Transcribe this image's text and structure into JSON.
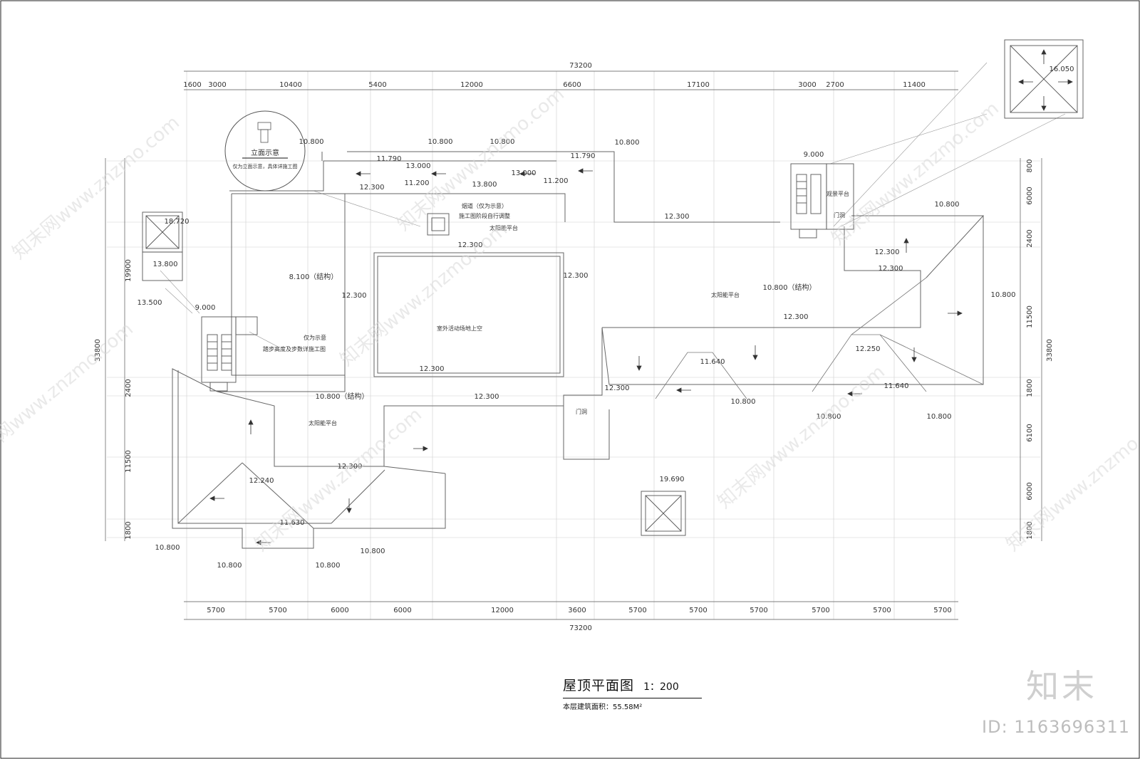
{
  "title": {
    "main": "屋顶平面图",
    "scale": "1：200",
    "area": "本层建筑面积：55.58M²"
  },
  "brand": {
    "logo": "知末",
    "id": "ID: 1163696311"
  },
  "watermark": "知末网www.znzmo.com",
  "dimensions": {
    "top_total": "73200",
    "bottom_total": "73200",
    "top": [
      "1600",
      "3000",
      "10400",
      "5400",
      "12000",
      "6600",
      "17100",
      "3000",
      "2700",
      "11400"
    ],
    "bottom": [
      "5700",
      "5700",
      "6000",
      "6000",
      "12000",
      "3600",
      "5700",
      "5700",
      "5700",
      "5700",
      "5700",
      "5700"
    ],
    "left": [
      "19900",
      "33800",
      "2400",
      "11500",
      "1800"
    ],
    "right": [
      "800",
      "6000",
      "2400",
      "11500",
      "33800",
      "1800",
      "6100",
      "6000",
      "1800"
    ]
  },
  "elevations": {
    "e1": "10.800",
    "e2": "10.800",
    "e3": "10.800",
    "e4": "10.800",
    "e5": "11.790",
    "e6": "11.790",
    "e7": "13.000",
    "e8": "13.000",
    "e9": "13.800",
    "e10": "11.200",
    "e11": "11.200",
    "e12": "12.300",
    "e13": "12.300",
    "e14": "12.300",
    "e15": "12.300",
    "e16": "12.300",
    "e17": "12.300",
    "e18": "12.300",
    "e19": "12.300",
    "e20": "12.300",
    "e21": "12.300",
    "e22": "12.300",
    "e23": "9.000",
    "e24": "9.000",
    "e25": "18.720",
    "e26": "13.800",
    "e27": "13.500",
    "e28": "16.050",
    "e29": "19.690",
    "e30": "11.640",
    "e31": "11.640",
    "e32": "12.250",
    "e33": "12.240",
    "e34": "11.630",
    "e35": "10.800",
    "e36": "10.800",
    "e37": "10.800",
    "e38": "10.800",
    "e39": "10.800",
    "e40": "10.800",
    "e41": "10.800",
    "e42": "10.800",
    "e43": "10.800",
    "e44": "12.300"
  },
  "labels": {
    "elev_callout_title": "立面示意",
    "elev_callout_note": "仅为立面示意，具体详施工图",
    "chimney_note_1": "烟道（仅为示意）",
    "chimney_note_2": "施工图阶段自行调整",
    "solar_1": "太阳能平台",
    "solar_2": "太阳能平台",
    "solar_3": "太阳能平台",
    "struct_1": "8.100（结构）",
    "struct_2": "10.800（结构）",
    "struct_3": "10.800（结构）",
    "void": "室外活动场地上空",
    "stair_note_1": "仅为示意",
    "stair_note_2": "踏步高度及步数详施工图",
    "viewing": "观景平台",
    "canopy_1": "门洞",
    "canopy_2": "门洞"
  }
}
